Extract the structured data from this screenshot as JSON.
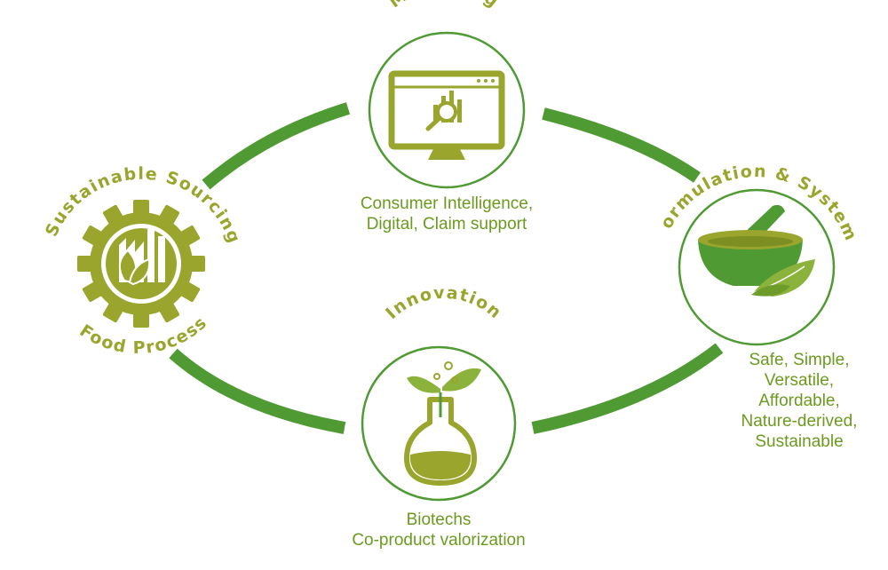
{
  "nodes": {
    "marketing": {
      "title": "Marketing",
      "caption": [
        "Consumer Intelligence,",
        "Digital, Claim support"
      ],
      "icon": "monitor-analytics-icon"
    },
    "formulation": {
      "title": "Formulation & Systems",
      "caption": [
        "Safe, Simple,",
        "Versatile,",
        "Affordable,",
        "Nature-derived,",
        "Sustainable"
      ],
      "icon": "mortar-pestle-icon"
    },
    "innovation": {
      "title": "Innovation",
      "caption": [
        "Biotechs",
        "Co-product valorization"
      ],
      "icon": "flask-sprout-icon"
    },
    "sourcing": {
      "title_top": "Sustainable Sourcing",
      "title_bottom": "Food Process",
      "icon": "gear-factory-leaf-icon"
    }
  },
  "colors": {
    "cycle_green": "#4f9a33",
    "icon_olive": "#9aa52d",
    "caption_green": "#6b9a1f",
    "leaf_green": "#8bb23a"
  }
}
